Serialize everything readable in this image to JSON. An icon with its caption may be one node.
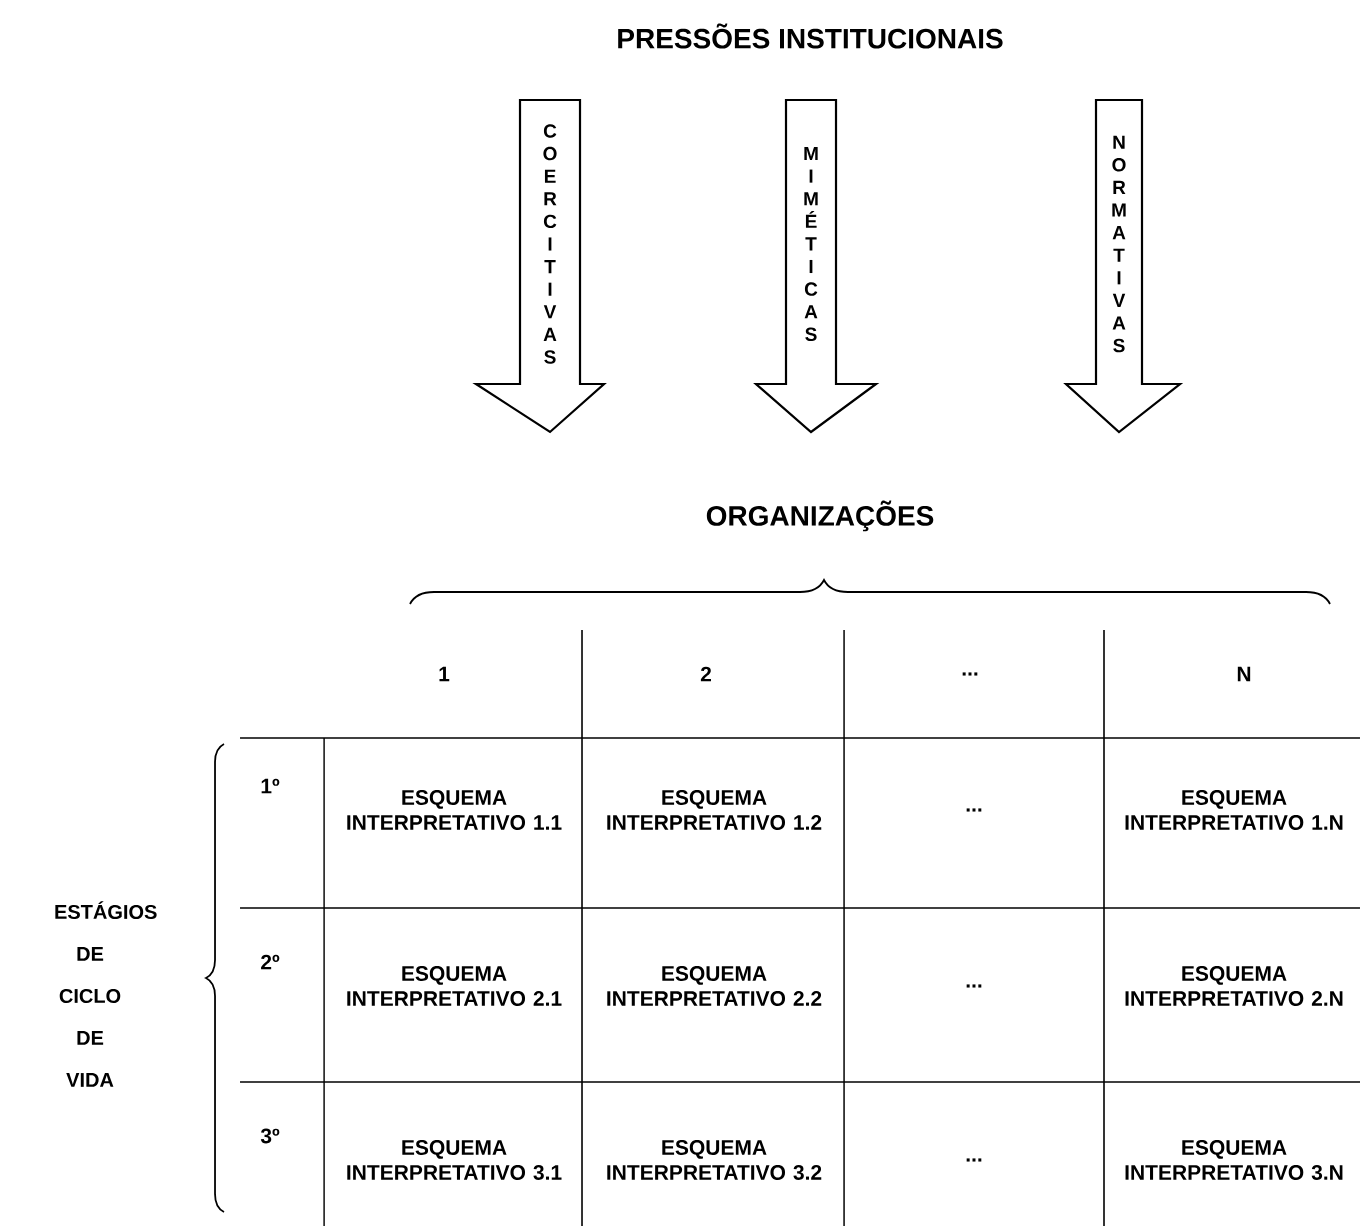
{
  "diagram": {
    "title": "PRESSÕES INSTITUCIONAIS",
    "nodes": [
      {
        "text": [
          "COERCITIVAS"
        ]
      },
      {
        "text": [
          "MIMÉTICAS"
        ]
      },
      {
        "text": [
          "NORMATIVAS"
        ]
      }
    ],
    "labels": [
      "ORGANIZAÇÕES",
      "1",
      "2",
      "...",
      "N",
      "ESTÁGIOS DE CICLO DE VIDA",
      "1º",
      "ESQUEMA INTERPRETATIVO 1.1",
      "ESQUEMA INTERPRETATIVO 1.2",
      "...",
      "ESQUEMA INTERPRETATIVO 1.N",
      "2º",
      "ESQUEMA INTERPRETATIVO 2.1",
      "ESQUEMA INTERPRETATIVO 2.2",
      "...",
      "ESQUEMA INTERPRETATIVO 2.N",
      "3º",
      "ESQUEMA INTERPRETATIVO 3.1",
      "ESQUEMA INTERPRETATIVO 3.2",
      "...",
      "ESQUEMA INTERPRETATIVO 3.N"
    ]
  }
}
